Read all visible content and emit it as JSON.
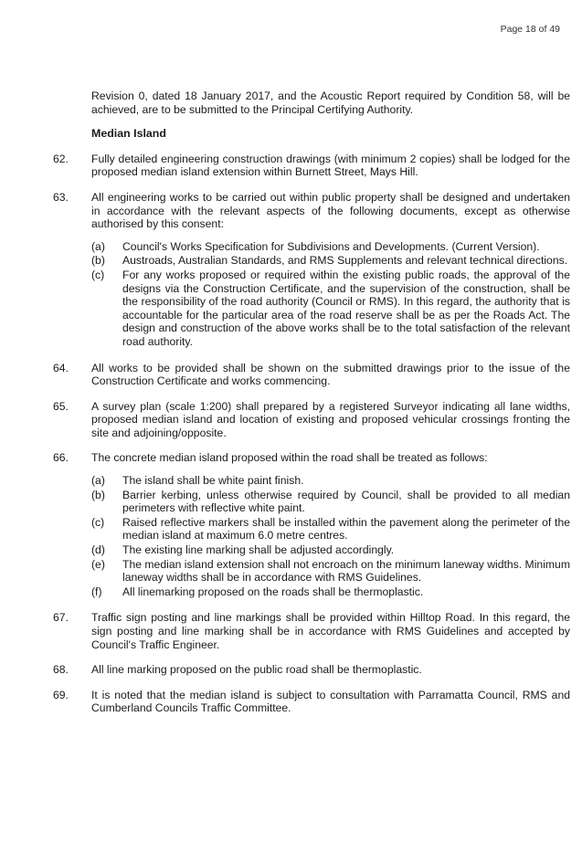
{
  "header": {
    "page_number": "Page 18 of 49"
  },
  "intro_text": "Revision 0, dated 18 January 2017, and the Acoustic Report required by Condition 58, will be achieved, are to be submitted to the Principal Certifying Authority.",
  "section_heading": "Median Island",
  "clauses": [
    {
      "num": "62.",
      "text": "Fully detailed engineering construction drawings (with minimum 2 copies) shall be lodged for the proposed median island extension within Burnett Street, Mays Hill.",
      "subs": []
    },
    {
      "num": "63.",
      "text": "All engineering works to be carried out within public property shall be designed and undertaken in accordance with the relevant aspects of the following documents, except as otherwise authorised by this consent:",
      "subs": [
        {
          "label": "(a)",
          "text": "Council's Works Specification for Subdivisions and Developments. (Current Version)."
        },
        {
          "label": "(b)",
          "text": "Austroads, Australian Standards, and RMS Supplements and relevant technical directions."
        },
        {
          "label": "(c)",
          "text": "For any works proposed or required within the existing public roads, the approval of the designs via the Construction Certificate, and the supervision of the construction, shall be the responsibility of the road authority (Council or RMS). In this regard, the authority that is accountable for the particular area of the road reserve shall be as per the Roads Act. The design and construction of the above works shall be to the total satisfaction of the relevant road authority."
        }
      ]
    },
    {
      "num": "64.",
      "text": "All works to be provided shall be shown on the submitted drawings prior to the issue of the Construction Certificate and works commencing.",
      "subs": []
    },
    {
      "num": "65.",
      "text": "A survey plan (scale 1:200) shall prepared by a registered Surveyor indicating all lane widths, proposed median island and location of existing and proposed vehicular crossings fronting the site and adjoining/opposite.",
      "subs": []
    },
    {
      "num": "66.",
      "text": "The concrete median island proposed within the road shall be treated as follows:",
      "subs": [
        {
          "label": "(a)",
          "text": "The island shall be white paint finish."
        },
        {
          "label": "(b)",
          "text": "Barrier kerbing, unless otherwise required by Council, shall be provided to all median perimeters with reflective white paint."
        },
        {
          "label": "(c)",
          "text": "Raised reflective markers shall be installed within the pavement along the perimeter of the median island at maximum 6.0 metre centres."
        },
        {
          "label": "(d)",
          "text": "The existing line marking shall be adjusted accordingly."
        },
        {
          "label": "(e)",
          "text": "The median island extension shall not encroach on the minimum laneway widths. Minimum laneway widths shall be in accordance with RMS Guidelines."
        },
        {
          "label": "(f)",
          "text": "All linemarking proposed on the roads shall be thermoplastic."
        }
      ]
    },
    {
      "num": "67.",
      "text": "Traffic sign posting and line markings shall be provided within Hilltop Road. In this regard, the sign posting and line marking shall be in accordance with RMS Guidelines and accepted by Council's Traffic Engineer.",
      "subs": []
    },
    {
      "num": "68.",
      "text": "All line marking proposed on the public road shall be thermoplastic.",
      "subs": []
    },
    {
      "num": "69.",
      "text": "It is noted that the median island is subject to consultation with Parramatta Council, RMS and Cumberland Councils Traffic Committee.",
      "subs": []
    }
  ]
}
